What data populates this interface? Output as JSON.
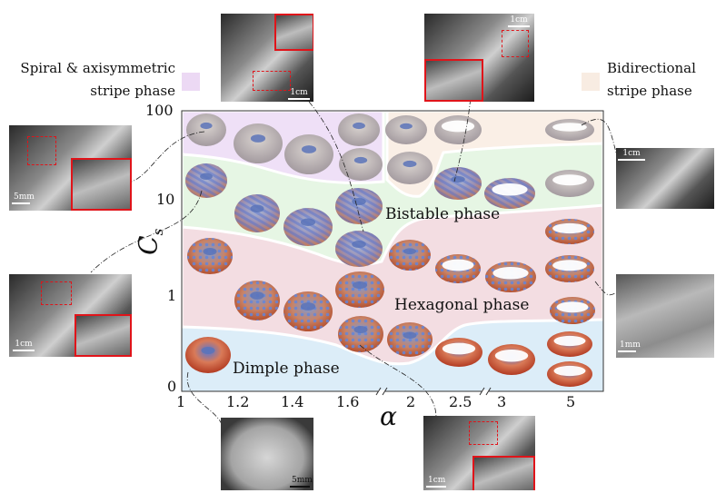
{
  "legend": {
    "spiral_line1": "Spiral & axisymmetric",
    "spiral_line2": "stripe phase",
    "bidirectional_line1": "Bidirectional",
    "bidirectional_line2": "stripe phase",
    "spiral_color": "#ecd9f4",
    "bidirectional_color": "#f8ece2"
  },
  "phases": {
    "bistable": "Bistable phase",
    "hexagonal": "Hexagonal phase",
    "dimple": "Dimple phase"
  },
  "axes": {
    "xlabel": "α",
    "ylabel_main": "C",
    "ylabel_sub": "s",
    "xticks": [
      "1",
      "1.2",
      "1.4",
      "1.6",
      "2",
      "2.5",
      "3",
      "5"
    ],
    "yticks": [
      "100",
      "10",
      "1",
      "0"
    ]
  },
  "photos": {
    "top_center_scale": "1cm",
    "top_right_scale": "1cm",
    "left_top_scale": "5mm",
    "left_bottom_scale": "1cm",
    "right_top_scale": "1cm",
    "right_bottom_scale": "1mm",
    "bottom_left_scale": "5mm",
    "bottom_right_scale": "1cm"
  },
  "colors": {
    "spiral_region": "#efe0f7",
    "bidirectional_region": "#faefe6",
    "bistable_region": "#e6f6e4",
    "hexagonal_region": "#f3dde2",
    "dimple_region": "#dcedf8"
  }
}
